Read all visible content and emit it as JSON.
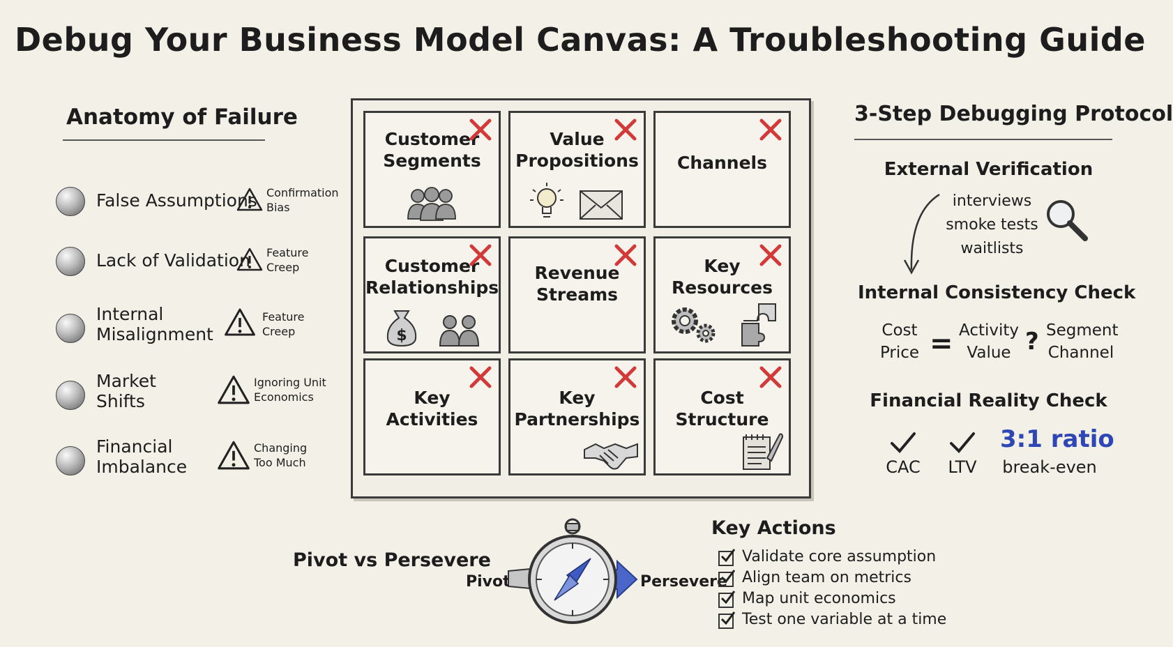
{
  "title": "Debug Your Business Model Canvas: A Troubleshooting Guide",
  "left": {
    "heading": "Anatomy of Failure",
    "items": [
      {
        "label": "False Assumptions",
        "warning": "Confirmation\nBias"
      },
      {
        "label": "Lack of Validation",
        "warning": "Feature\nCreep"
      },
      {
        "label": "Internal\nMisalignment",
        "warning": "Feature\nCreep"
      },
      {
        "label": "Market\nShifts",
        "warning": "Ignoring Unit\nEconomics"
      },
      {
        "label": "Financial\nImbalance",
        "warning": "Changing\nToo Much"
      }
    ]
  },
  "canvas": {
    "cells": [
      {
        "label": "Customer\nSegments",
        "icon": "people-icon"
      },
      {
        "label": "Value\nPropositions",
        "icon": "lightbulb-envelope-icon"
      },
      {
        "label": "Channels",
        "icon": ""
      },
      {
        "label": "Customer\nRelationships",
        "icon": "moneybag-people-icon"
      },
      {
        "label": "Revenue\nStreams",
        "icon": ""
      },
      {
        "label": "Key\nResources",
        "icon": "gears-puzzle-icon"
      },
      {
        "label": "Key\nActivities",
        "icon": ""
      },
      {
        "label": "Key\nPartnerships",
        "icon": "handshake-icon"
      },
      {
        "label": "Cost\nStructure",
        "icon": "notepad-icon"
      }
    ],
    "x_color": "#d23a3a"
  },
  "right": {
    "heading": "3-Step Debugging Protocol",
    "external": {
      "title": "External Verification",
      "items": [
        "interviews",
        "smoke tests",
        "waitlists"
      ]
    },
    "internal": {
      "title": "Internal Consistency Check",
      "left": "Cost\nPrice",
      "equals": "=",
      "middle": "Activity\nValue",
      "question": "?",
      "right": "Segment\nChannel"
    },
    "financial": {
      "title": "Financial Reality Check",
      "cac": "CAC",
      "ltv": "LTV",
      "ratio": "3:1 ratio",
      "ratio_label": "break-even",
      "accent": "#2f47b5"
    }
  },
  "bottom": {
    "pivot_title": "Pivot vs Persevere",
    "pivot": "Pivot",
    "persevere": "Persevere",
    "actions_title": "Key Actions",
    "actions": [
      "Validate core assumption",
      "Align team on metrics",
      "Map unit economics",
      "Test one variable at a time"
    ]
  }
}
